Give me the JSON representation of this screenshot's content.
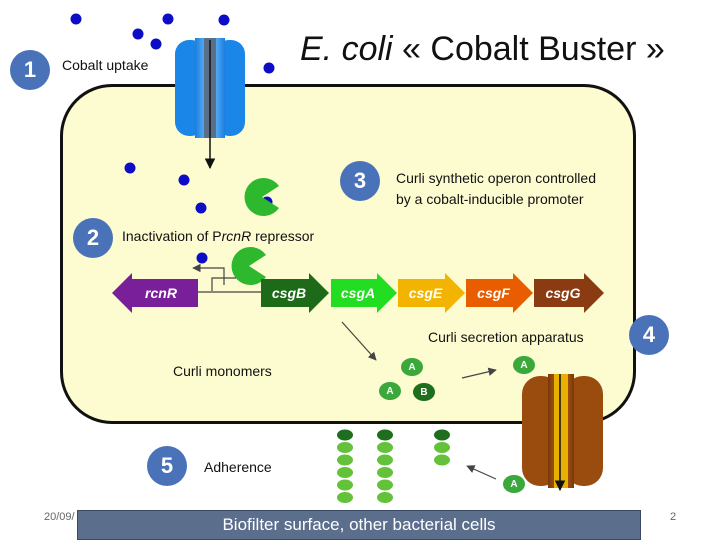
{
  "title": {
    "italic": "E. coli",
    "rest": " « Cobalt Buster »"
  },
  "steps": [
    {
      "number": "1",
      "label": "Cobalt uptake"
    },
    {
      "number": "2",
      "label_before": "Inactivation of P",
      "label_italic": "rcnR",
      "label_after": " repressor"
    },
    {
      "number": "3",
      "label_line1": "Curli synthetic operon controlled",
      "label_line2": "by a cobalt-inducible promoter"
    },
    {
      "number": "4",
      "label": "Curli secretion apparatus"
    },
    {
      "number": "5",
      "label": "Adherence"
    }
  ],
  "genes": [
    "rcnR",
    "csgB",
    "csgA",
    "csgE",
    "csgF",
    "csgG"
  ],
  "gene_colors": [
    "#7a1f9a",
    "#1d6b18",
    "#22dd22",
    "#f2b400",
    "#e85d00",
    "#8a3b12"
  ],
  "curli_monomers_label": "Curli monomers",
  "monomer_letters": {
    "a": "A",
    "b": "B"
  },
  "surface_label": "Biofilter surface, other bacterial cells",
  "footer": {
    "date": "20/09/",
    "page": "2"
  },
  "colors": {
    "cobalt": "#0d0dc8",
    "cell_fill": "#fdfbd0",
    "badge": "#4a72b8",
    "channel": "#2a8fe8",
    "secretion": "#a0520f"
  }
}
